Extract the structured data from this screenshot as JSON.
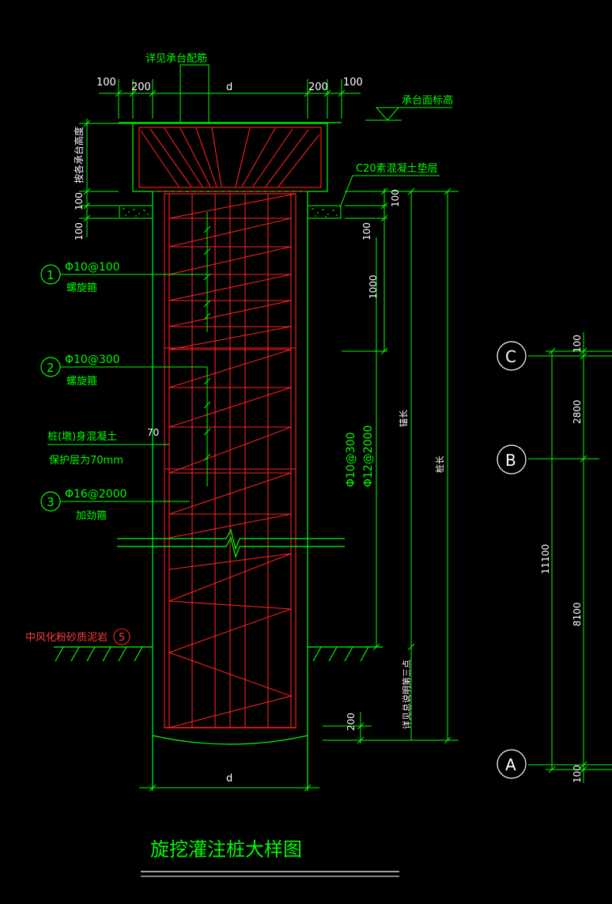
{
  "colors": {
    "background": "#000000",
    "green": "#00ff00",
    "red": "#ff2020",
    "white": "#ffffff"
  },
  "title": "旋挖灌注桩大样图",
  "top": {
    "cap_rebar_note": "详见承台配筋",
    "dim_100_left": "100",
    "dim_200_left": "200",
    "dim_d": "d",
    "dim_200_right": "200",
    "dim_100_right": "100",
    "cap_top_elev": "承台面标高",
    "cap_height": "按各承台高度",
    "cushion": "C20素混凝土垫层"
  },
  "left_dims": {
    "d100a": "100",
    "d100b": "100"
  },
  "right_dims": {
    "d100": "100",
    "d100b": "100",
    "d1000": "1000",
    "rebar_a": "Φ10@300",
    "rebar_b": "Φ12@2000",
    "anchor": "锚长",
    "pile_len": "桩长",
    "bottom_note": "详见总说明第三点",
    "d200": "200"
  },
  "callouts": [
    {
      "num": "1",
      "spec": "Φ10@100",
      "desc": "螺旋箍"
    },
    {
      "num": "2",
      "spec": "Φ10@300",
      "desc": "螺旋箍"
    },
    {
      "num": "3",
      "spec": "Φ16@2000",
      "desc": "加劲箍"
    }
  ],
  "cover": {
    "line1": "桩(墩)身混凝土",
    "dim70": "70",
    "line2": "保护层为70mm"
  },
  "soil": {
    "label": "中风化粉砂质泥岩",
    "num": "5"
  },
  "bottom_dim": "d",
  "axes": {
    "labels": [
      "C",
      "B",
      "A"
    ],
    "dim_top": "100",
    "dim_2800": "2800",
    "dim_total": "11100",
    "dim_8100": "8100",
    "dim_bottom": "100"
  }
}
